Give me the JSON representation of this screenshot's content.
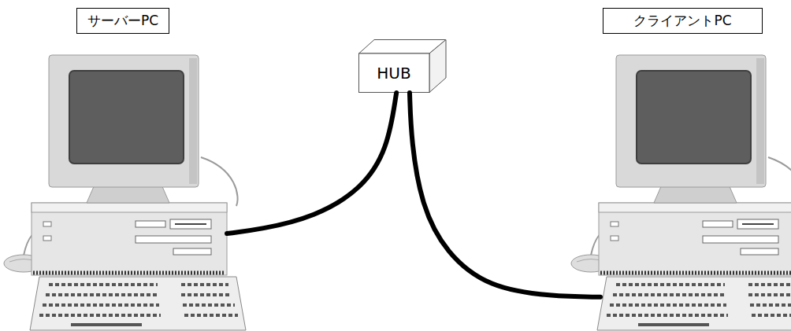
{
  "diagram": {
    "nodes": [
      {
        "text": [
          "サーバーPC"
        ]
      },
      {
        "text": [
          "HUB"
        ]
      },
      {
        "text": [
          "クライアントPC"
        ]
      }
    ],
    "edges": [
      {
        "from": 0,
        "to": 1,
        "arrow": "none"
      },
      {
        "from": 1,
        "to": 2,
        "arrow": "none"
      }
    ]
  }
}
